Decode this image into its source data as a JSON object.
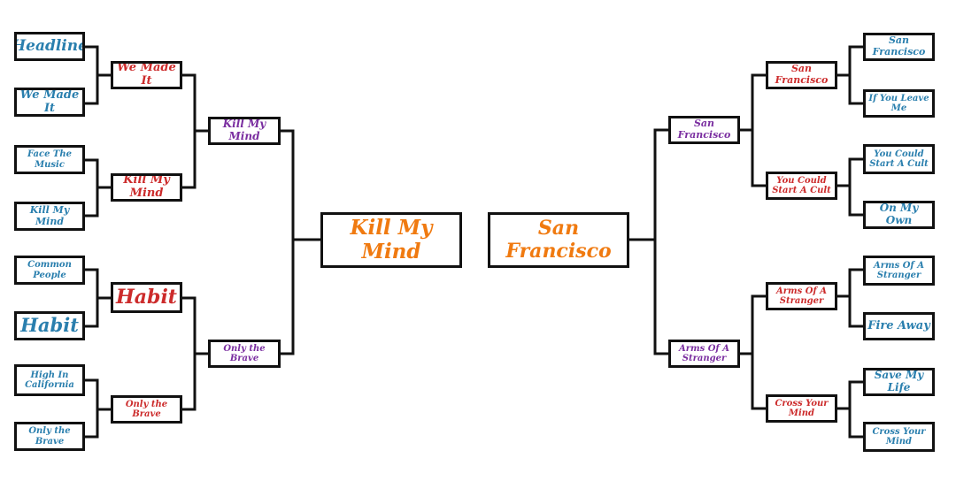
{
  "colors": {
    "round1": "#2a7fae",
    "round2": "#cc2b2b",
    "round3": "#7a2ea0",
    "final": "#f07a10",
    "lines": "#111111"
  },
  "left": {
    "round1": [
      "Headline",
      "We Made It",
      "Face The Music",
      "Kill My Mind",
      "Common People",
      "Habit",
      "High In California",
      "Only the Brave"
    ],
    "round2": [
      "We Made It",
      "Kill My Mind",
      "Habit",
      "Only the Brave"
    ],
    "round3": [
      "Kill My Mind",
      "Only the Brave"
    ],
    "final": "Kill My Mind"
  },
  "right": {
    "round1": [
      "San Francisco",
      "If You Leave Me",
      "You Could Start A Cult",
      "On My Own",
      "Arms Of A Stranger",
      "Fire Away",
      "Save My Life",
      "Cross Your Mind"
    ],
    "round2": [
      "San Francisco",
      "You Could Start A Cult",
      "Arms Of A Stranger",
      "Cross Your Mind"
    ],
    "round3": [
      "San Francisco",
      "Arms Of A Stranger"
    ],
    "final": "San Francisco"
  }
}
